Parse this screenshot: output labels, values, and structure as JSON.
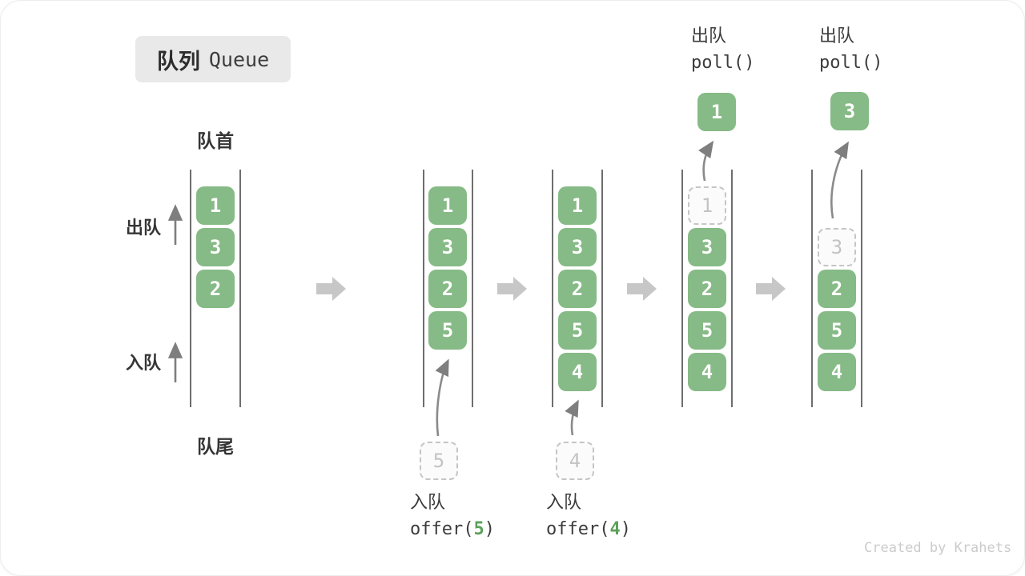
{
  "title": {
    "zh": "队列",
    "en": "Queue"
  },
  "labels": {
    "front": "队首",
    "rear": "队尾",
    "dequeue_side": "出队",
    "enqueue_side": "入队"
  },
  "queues": [
    {
      "slots": [
        "1",
        "3",
        "2"
      ]
    },
    {
      "slots": [
        "1",
        "3",
        "2",
        "5"
      ],
      "staged": "5",
      "op": {
        "action": "入队",
        "fn": "offer(",
        "arg": "5",
        "close": ")"
      }
    },
    {
      "slots": [
        "1",
        "3",
        "2",
        "5",
        "4"
      ],
      "staged": "4",
      "op": {
        "action": "入队",
        "fn": "offer(",
        "arg": "4",
        "close": ")"
      }
    },
    {
      "slots": [
        "1",
        "3",
        "2",
        "5",
        "4"
      ],
      "out": "1",
      "op": {
        "action": "出队",
        "fn": "poll()"
      }
    },
    {
      "slots": [
        "3",
        "2",
        "5",
        "4"
      ],
      "out": "3",
      "op": {
        "action": "出队",
        "fn": "poll()"
      }
    }
  ],
  "icons": {
    "flow_arrow": "right-block-arrow",
    "enqueue_arrow": "curved-up-arrow",
    "dequeue_arrow": "curved-up-arrow",
    "direction_arrow": "straight-up-arrow"
  },
  "colors": {
    "item_green": "#86BA86",
    "code_arg_green": "#5BA05B",
    "dashed_gray": "#C5C5C5",
    "flow_arrow_gray": "#C7C7C7",
    "line_dark": "#4A4A4A",
    "text_dark": "#3C3C3C",
    "title_bg": "#E9E9E9"
  },
  "watermark": "Created by Krahets"
}
